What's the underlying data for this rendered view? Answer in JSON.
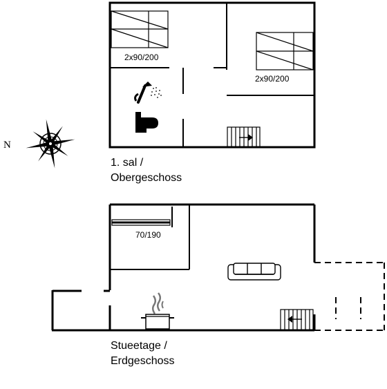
{
  "colors": {
    "wall": "#000000",
    "background": "#ffffff"
  },
  "compass": {
    "north_label": "N"
  },
  "upper_floor": {
    "caption_line1": "1. sal /",
    "caption_line2": "Obergeschoss",
    "bed_left_label": "2x90/200",
    "bed_right_label": "2x90/200",
    "icons": [
      "bed-icon",
      "bed-icon",
      "shower-icon",
      "toilet-icon",
      "stairs-icon"
    ]
  },
  "ground_floor": {
    "caption_line1": "Stueetage /",
    "caption_line2": "Erdgeschoss",
    "bed_label": "70/190",
    "icons": [
      "bed-icon",
      "sofa-icon",
      "cooking-pot-icon",
      "stairs-icon"
    ]
  }
}
